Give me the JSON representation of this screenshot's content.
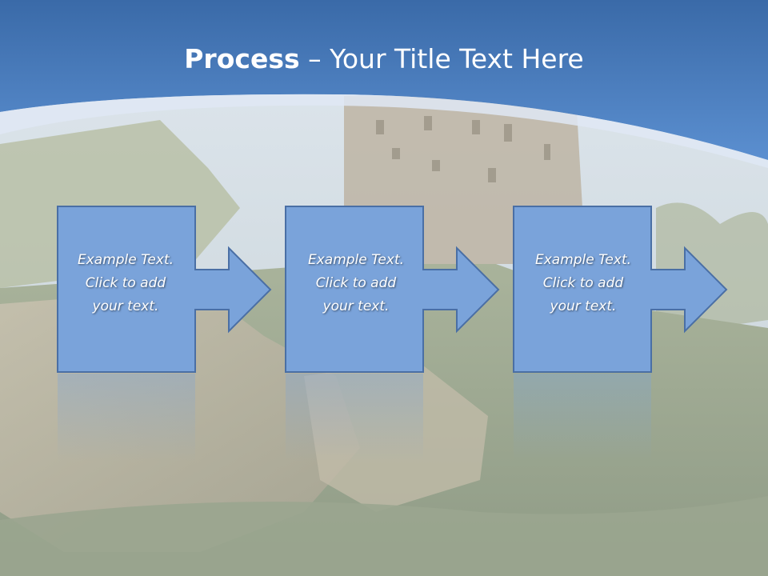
{
  "title": {
    "bold": "Process",
    "rest": " – Your Title Text Here"
  },
  "steps": [
    {
      "text": "Example Text.\nClick  to add\nyour text."
    },
    {
      "text": "Example Text.\nClick  to add\nyour text."
    },
    {
      "text": "Example Text.\nClick  to add\nyour text."
    }
  ],
  "colors": {
    "header_blue": "#4a7fc1",
    "box_fill": "#7aa3da",
    "box_border": "#4a6fa5"
  },
  "background": {
    "subject": "castle on a rocky hill (faded photo)"
  }
}
